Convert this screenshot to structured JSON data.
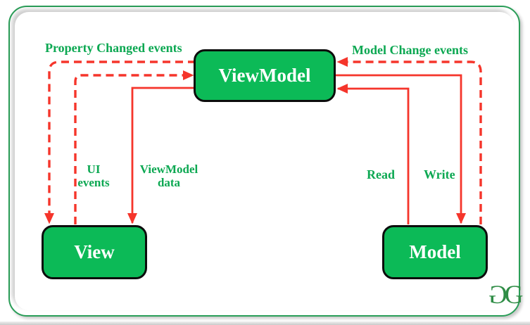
{
  "nodes": {
    "viewmodel": {
      "label": "ViewModel"
    },
    "view": {
      "label": "View"
    },
    "model": {
      "label": "Model"
    }
  },
  "edges": {
    "property_changed": {
      "label": "Property Changed events",
      "from": "ViewModel",
      "to": "View",
      "line": "dashed"
    },
    "ui_events": {
      "label": "UI events",
      "label_lines": [
        "UI",
        "events"
      ],
      "from": "View",
      "to": "ViewModel",
      "line": "dashed"
    },
    "viewmodel_data": {
      "label": "ViewModel data",
      "label_lines": [
        "ViewModel",
        "data"
      ],
      "from": "ViewModel",
      "to": "View",
      "line": "solid"
    },
    "model_change": {
      "label": "Model Change events",
      "from": "Model",
      "to": "ViewModel",
      "line": "dashed"
    },
    "read": {
      "label": "Read",
      "from": "Model",
      "to": "ViewModel",
      "line": "solid"
    },
    "write": {
      "label": "Write",
      "from": "ViewModel",
      "to": "Model",
      "line": "solid"
    }
  },
  "logo": {
    "letters": [
      "G",
      "G"
    ]
  },
  "colors": {
    "node_fill": "#0cba57",
    "node_border": "#0c0c0c",
    "node_text": "#ffffff",
    "arrow_red": "#f5352b",
    "label_green": "#0ca852",
    "frame_green": "#2a9e58",
    "logo_green": "#2f8d46"
  }
}
